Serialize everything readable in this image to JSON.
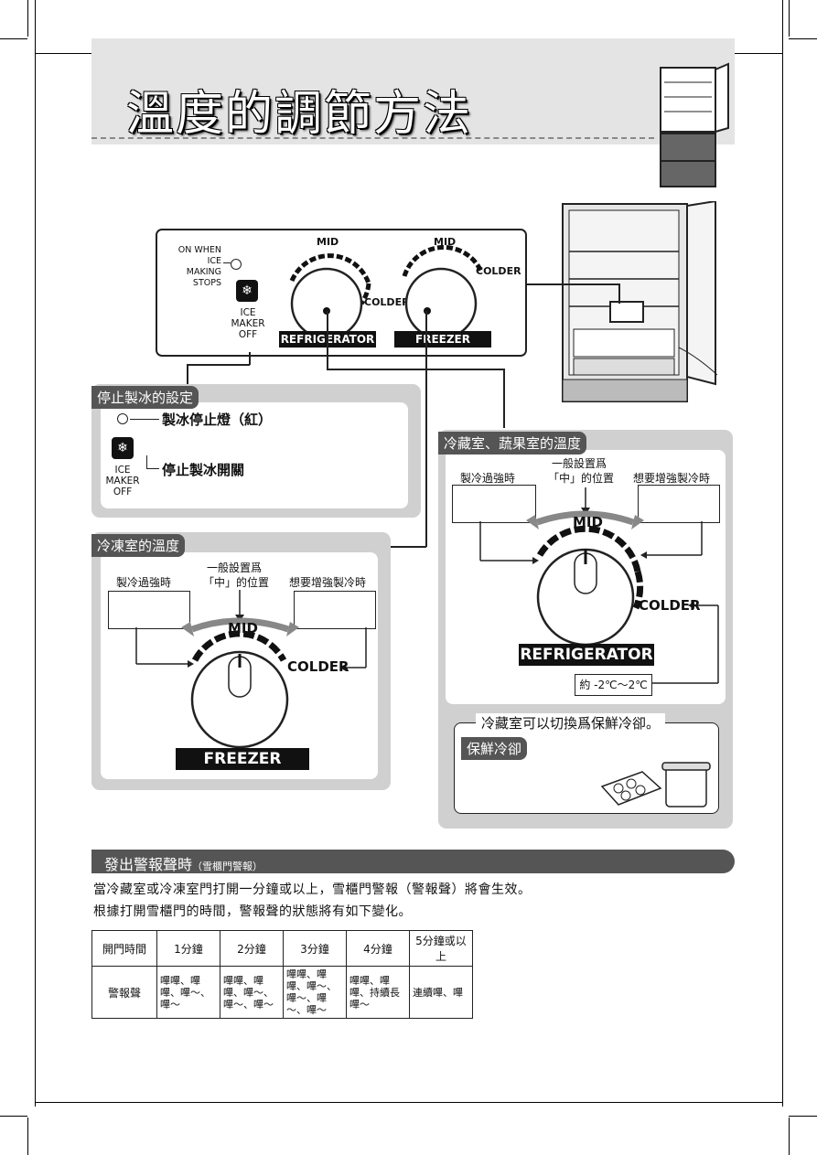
{
  "title": "溫度的調節方法",
  "panel": {
    "indicator_text": [
      "ON WHEN",
      "ICE MAKING",
      "STOPS"
    ],
    "ice_maker_label": [
      "ICE",
      "MAKER",
      "OFF"
    ],
    "mid": "MID",
    "colder": "COLDER",
    "refrigerator": "REFRIGERATOR",
    "freezer": "FREEZER"
  },
  "ice_stop": {
    "header": "停止製冰的設定",
    "lamp_label": "製冰停止燈（紅）",
    "switch_label": "停止製冰開關",
    "ice_maker_label": [
      "ICE",
      "MAKER",
      "OFF"
    ]
  },
  "freezer_section": {
    "header": "冷凍室的溫度",
    "too_cold": "製冷過強時",
    "default_line1": "一般設置爲",
    "default_line2": "「中」的位置",
    "want_colder": "想要增強製冷時",
    "mid": "MID",
    "colder": "COLDER",
    "plate": "FREEZER"
  },
  "fridge_section": {
    "header": "冷藏室、蔬果室的溫度",
    "too_cold": "製冷過強時",
    "default_line1": "一般設置爲",
    "default_line2": "「中」的位置",
    "want_colder": "想要增強製冷時",
    "mid": "MID",
    "colder": "COLDER",
    "plate": "REFRIGERATOR",
    "temp_range": "約 -2℃～2℃",
    "switch_note": "冷藏室可以切換爲保鮮冷卻。",
    "fresh_tag": "保鮮冷卻"
  },
  "alarm": {
    "header": "發出警報聲時",
    "header_sub": "（雪櫃門警報）",
    "text1": "當冷藏室或冷凍室門打開一分鐘或以上，雪櫃門警報（警報聲）將會生效。",
    "text2": "根據打開雪櫃門的時間，警報聲的狀態將有如下變化。",
    "table_headers": [
      "開門時間",
      "1分鐘",
      "2分鐘",
      "3分鐘",
      "4分鐘",
      "5分鐘或以上"
    ],
    "row_label": "警報聲",
    "row_values": [
      "嗶嗶、嗶嗶、嗶～、嗶～",
      "嗶嗶、嗶嗶、嗶～、嗶～、嗶～",
      "嗶嗶、嗶嗶、嗶～、嗶～、嗶～、嗶～",
      "嗶嗶、嗶嗶、持續長嗶～",
      "連續嗶、嗶"
    ]
  },
  "colors": {
    "band": "#e4e4e4",
    "box_grey": "#d0d0d0",
    "tab_grey": "#555555",
    "plate": "#111111"
  }
}
